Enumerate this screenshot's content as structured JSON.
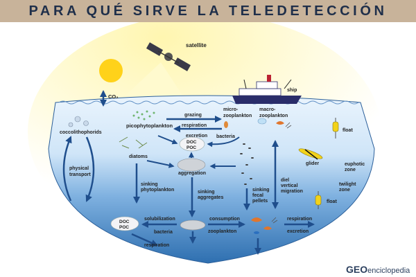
{
  "header": {
    "title": "PARA QUÉ SIRVE LA TELEDETECCIÓN"
  },
  "diagram": {
    "labels": {
      "satellite": "satellite",
      "ship": "ship",
      "co2": "CO₂",
      "picophytoplankton": "picophytoplankton",
      "coccolithophorids": "coccolithophorids",
      "grazing": "grazing",
      "respiration_top": "respiration",
      "excretion_top": "excretion",
      "bacteria_top": "bacteria",
      "doc": "DOC",
      "poc": "POC",
      "micro_zooplankton_1": "micro-",
      "micro_zooplankton_2": "zooplankton",
      "macro_zooplankton_1": "macro-",
      "macro_zooplankton_2": "zooplankton",
      "diatoms": "diatoms",
      "aggregation": "aggregation",
      "physical_transport_1": "physical",
      "physical_transport_2": "transport",
      "sinking_phyto_1": "sinking",
      "sinking_phyto_2": "phytoplankton",
      "sinking_agg_1": "sinking",
      "sinking_agg_2": "aggregates",
      "sinking_fecal_1": "sinking",
      "sinking_fecal_2": "fecal",
      "sinking_fecal_3": "pellets",
      "diel_1": "diel",
      "diel_2": "vertical",
      "diel_3": "migration",
      "float_top": "float",
      "glider": "glider",
      "euphotic_zone_1": "euphotic",
      "euphotic_zone_2": "zone",
      "twilight_zone_1": "twilight",
      "twilight_zone_2": "zone",
      "float_bottom": "float",
      "doc_bottom": "DOC",
      "poc_bottom": "POC",
      "solubilization": "solubilization",
      "bacteria_bottom": "bacteria",
      "respiration_bottom_left": "respiration",
      "consumption": "consumption",
      "zooplankton_bottom": "zooplankton",
      "respiration_right": "respiration",
      "excretion_right": "excretion"
    }
  },
  "logo": {
    "geo": "GEO",
    "rest": "enciclopedia"
  },
  "colors": {
    "header_bg": "#c8b39a",
    "title_text": "#1f2f4a",
    "arrow": "#1f4e8c",
    "ocean_top": "#e6f2fc",
    "ocean_bottom": "#2e6fb0",
    "sky": "#fff7c2",
    "sun": "#ffd21a"
  }
}
